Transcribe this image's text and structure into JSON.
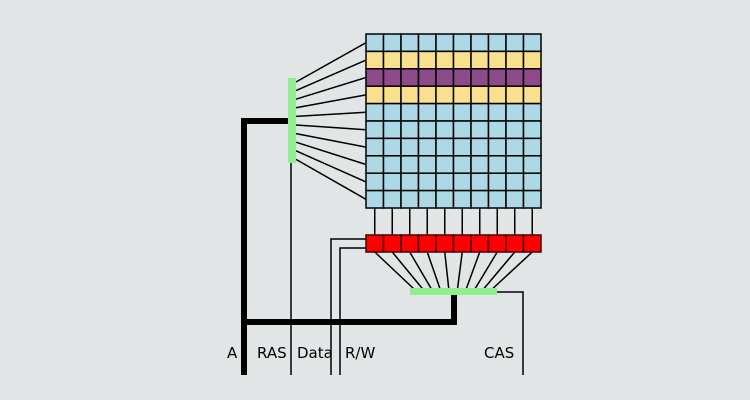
{
  "labels": {
    "address": "A",
    "ras": "RAS",
    "data": "Data",
    "rw": "R/W",
    "cas": "CAS"
  },
  "memory_array": {
    "rows": 10,
    "columns": 10,
    "row_states": [
      "idle",
      "neighbor",
      "selected",
      "neighbor",
      "idle",
      "idle",
      "idle",
      "idle",
      "idle",
      "idle"
    ]
  },
  "colors": {
    "background": "#e1e5e6",
    "idle_cell": "#add8e6",
    "neighbor_cell": "#f8e08e",
    "selected_cell": "#8e4a8a",
    "sense_amp": "#ff0000",
    "decoder": "#90ee90",
    "wire": "#000000"
  }
}
